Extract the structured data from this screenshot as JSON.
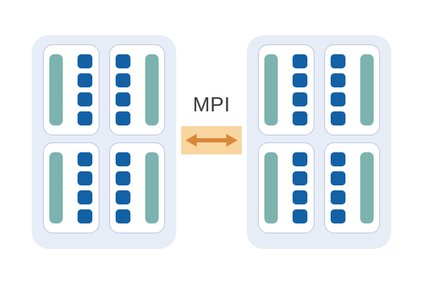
{
  "link": {
    "label": "MPI"
  },
  "diagram": {
    "node_count": 2,
    "cards_per_node": 4,
    "squares_per_card": 4,
    "bars_per_card": 1
  },
  "theme": {
    "canvas-bg": "#FFFFFF",
    "node-bg": "#E7EDF7",
    "card-bg": "#FFFFFF",
    "card-border": "#BAC1DC",
    "core-blue": "#1361A5",
    "bar-teal": "#7CB3AE",
    "mpi-box-bg": "#F9D5A0",
    "mpi-arrow": "#D9873B",
    "mpi-label-color": "#3A3A3A"
  }
}
